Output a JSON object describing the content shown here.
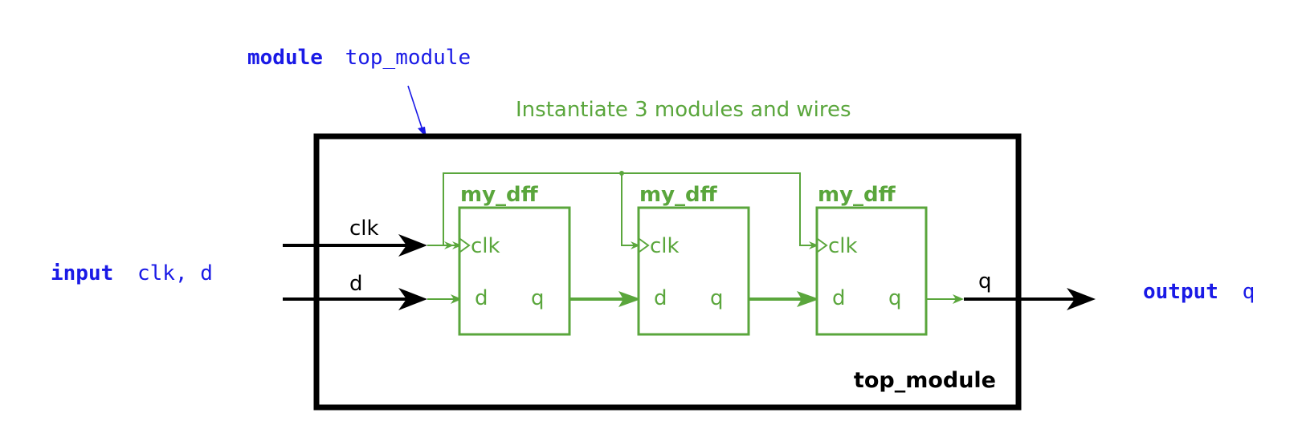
{
  "colors": {
    "keyword_blue": "#1a1ae6",
    "module_green": "#5aa63c",
    "black": "#000000"
  },
  "header": {
    "module_keyword": "module",
    "module_name": "top_module",
    "annotation": "Instantiate 3 modules and wires"
  },
  "ports": {
    "input_keyword": "input",
    "input_names": "clk, d",
    "output_keyword": "output",
    "output_name": "q"
  },
  "top_module": {
    "label": "top_module",
    "signals": {
      "clk": "clk",
      "d": "d",
      "q": "q"
    }
  },
  "instances": [
    {
      "name": "my_dff",
      "clk_pin": "clk",
      "d_pin": "d",
      "q_pin": "q"
    },
    {
      "name": "my_dff",
      "clk_pin": "clk",
      "d_pin": "d",
      "q_pin": "q"
    },
    {
      "name": "my_dff",
      "clk_pin": "clk",
      "d_pin": "d",
      "q_pin": "q"
    }
  ]
}
